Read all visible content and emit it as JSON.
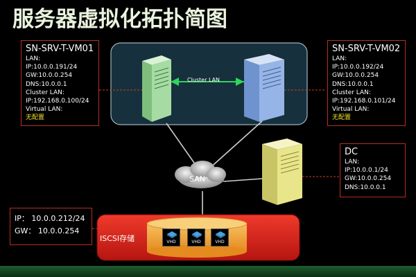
{
  "title": "服务器虚拟化拓扑简图",
  "nodes": {
    "vm01": {
      "title": "SN-SRV-T-VM01",
      "lines": [
        "LAN:",
        "IP:10.0.0.191/24",
        "GW:10.0.0.254",
        "DNS:10.0.0.1",
        "Cluster LAN:",
        "IP:192.168.0.100/24",
        "Virtual LAN:",
        "无配置"
      ]
    },
    "vm02": {
      "title": "SN-SRV-T-VM02",
      "lines": [
        "LAN:",
        "IP:10.0.0.192/24",
        "GW:10.0.0.254",
        "DNS:10.0.0.1",
        "Cluster LAN:",
        "IP:192.168.0.101/24",
        "Virtual LAN:",
        "无配置"
      ]
    },
    "dc": {
      "title": "DC",
      "lines": [
        "LAN:",
        "IP:10.0.0.1/24",
        "GW:10.0.0.254",
        "DNS:10.0.0.1"
      ]
    },
    "storage": {
      "lines": [
        "IP： 10.0.0.212/24",
        "GW： 10.0.0.254"
      ],
      "label": "ISCSI存储",
      "disks": [
        "VHD",
        "VHD",
        "VHD"
      ]
    }
  },
  "cluster_lan_label": "Cluster LAN",
  "san_label": "SAN",
  "colors": {
    "server_green": "#9cd49a",
    "server_blue": "#8fb0e3",
    "server_yellow": "#e9e58a",
    "storage_red": "#e2201b",
    "storage_orange": "#f0a830",
    "box_border": "#b5301f",
    "cluster_panel": "#16303d"
  }
}
